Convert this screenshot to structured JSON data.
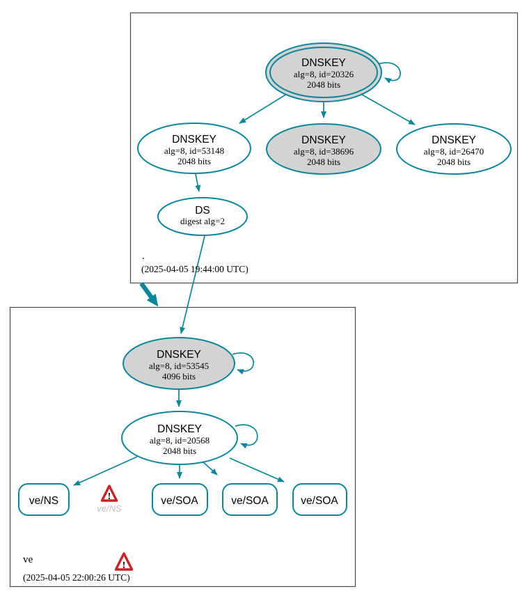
{
  "colors": {
    "teal": "#0a879a",
    "node_gray": "#d3d3d3",
    "node_white": "#ffffff",
    "box_border": "#4a4a4a",
    "text": "#000000",
    "muted": "#c0c0c0",
    "warning_red": "#cb2026"
  },
  "root_zone": {
    "label": ".",
    "timestamp": "(2025-04-05 19:44:00 UTC)",
    "ksk": {
      "title": "DNSKEY",
      "detail": "alg=8, id=20326",
      "bits": "2048 bits"
    },
    "zsk_left": {
      "title": "DNSKEY",
      "detail": "alg=8, id=53148",
      "bits": "2048 bits"
    },
    "zsk_mid": {
      "title": "DNSKEY",
      "detail": "alg=8, id=38696",
      "bits": "2048 bits"
    },
    "zsk_right": {
      "title": "DNSKEY",
      "detail": "alg=8, id=26470",
      "bits": "2048 bits"
    },
    "ds": {
      "title": "DS",
      "detail": "digest alg=2"
    }
  },
  "ve_zone": {
    "label": "ve",
    "timestamp": "(2025-04-05 22:00:26 UTC)",
    "ksk": {
      "title": "DNSKEY",
      "detail": "alg=8, id=53545",
      "bits": "4096 bits"
    },
    "zsk": {
      "title": "DNSKEY",
      "detail": "alg=8, id=20568",
      "bits": "2048 bits"
    },
    "rrset_ns": {
      "label": "ve/NS"
    },
    "warning_ns": {
      "label": "ve/NS",
      "mark": "!"
    },
    "zone_warning": {
      "mark": "!"
    },
    "rrset_soa1": {
      "label": "ve/SOA"
    },
    "rrset_soa2": {
      "label": "ve/SOA"
    },
    "rrset_soa3": {
      "label": "ve/SOA"
    }
  }
}
